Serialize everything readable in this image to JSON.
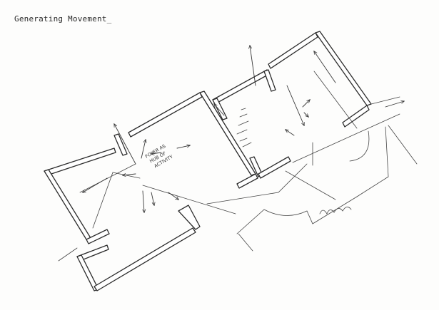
{
  "title": "Generating Movement_",
  "annotation": {
    "line1": "FOYER AS",
    "line2": "HUB OF",
    "line3": "ACTIVITY"
  },
  "colors": {
    "ink": "#2b2b2b",
    "paper": "#fdfdfc"
  }
}
